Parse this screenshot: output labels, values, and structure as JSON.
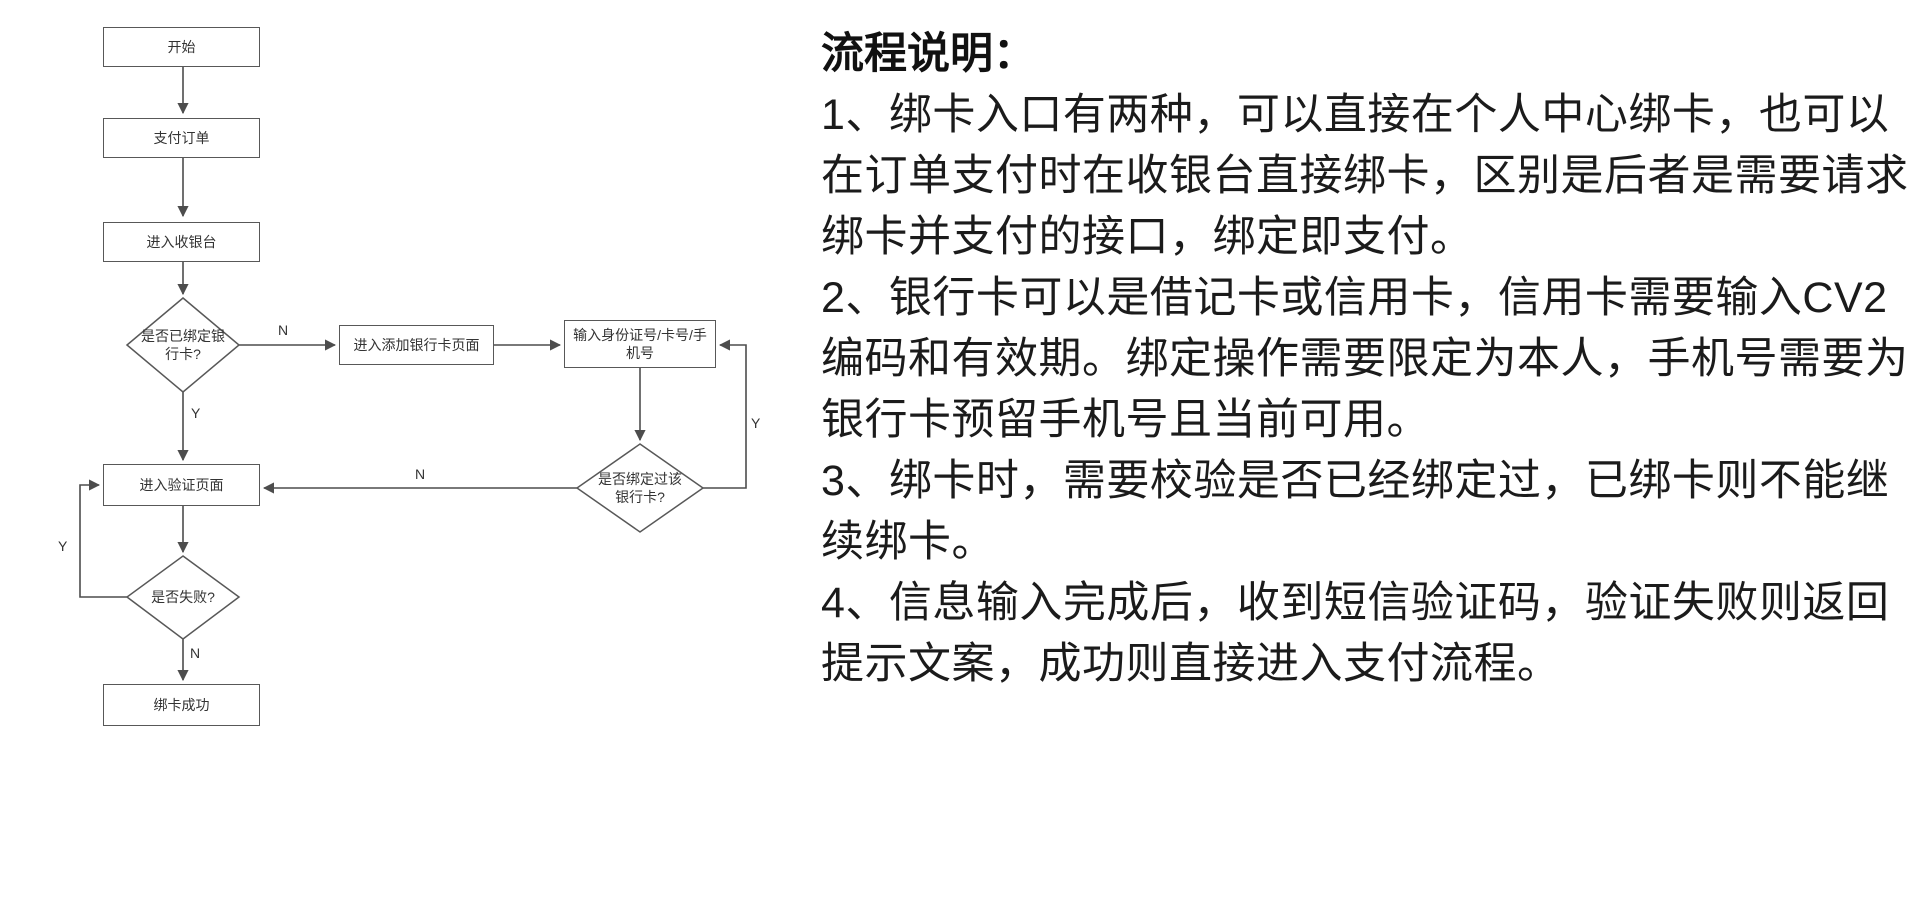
{
  "flowchart": {
    "nodes": {
      "start": "开始",
      "pay_order": "支付订单",
      "enter_cashier": "进入收银台",
      "check_bound": "是否已绑定银行卡?",
      "add_card_page": "进入添加银行卡页面",
      "input_info": "输入身份证号/卡号/手机号",
      "check_bound_before": "是否绑定过该银行卡?",
      "verify_page": "进入验证页面",
      "check_fail": "是否失败?",
      "bind_success": "绑卡成功"
    },
    "edge_labels": {
      "check_bound_no": "N",
      "check_bound_yes": "Y",
      "check_bound_before_yes": "Y",
      "check_bound_before_no": "N",
      "check_fail_yes": "Y",
      "check_fail_no": "N"
    },
    "line_color": "#4d4d4d"
  },
  "description": {
    "title": "流程说明：",
    "paragraphs": [
      "1、绑卡入口有两种，可以直接在个人中心绑卡，也可以在订单支付时在收银台直接绑卡，区别是后者是需要请求绑卡并支付的接口，绑定即支付。",
      "2、银行卡可以是借记卡或信用卡，信用卡需要输入CV2编码和有效期。绑定操作需要限定为本人，手机号需要为银行卡预留手机号且当前可用。",
      "3、绑卡时，需要校验是否已经绑定过，已绑卡则不能继续绑卡。",
      "4、信息输入完成后，收到短信验证码，验证失败则返回提示文案，成功则直接进入支付流程。"
    ]
  }
}
